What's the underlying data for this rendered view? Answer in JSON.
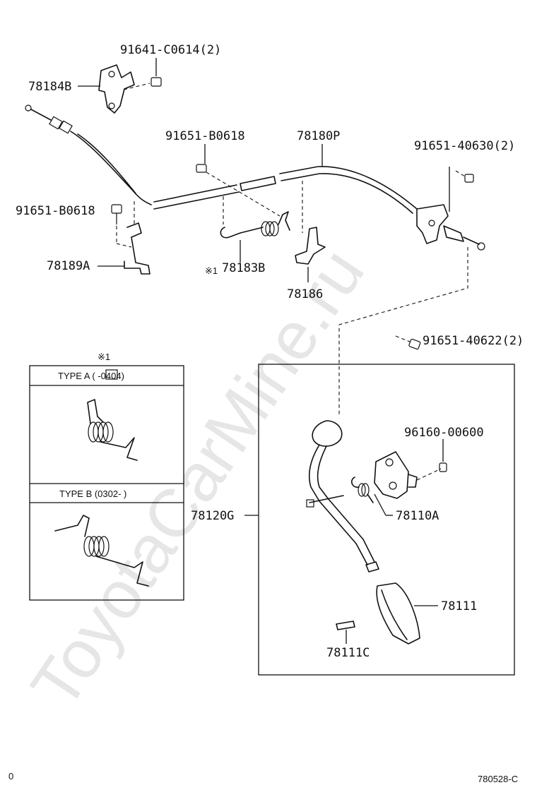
{
  "parts": {
    "bolt_top": "91641-C0614(2)",
    "bracket": "78184B",
    "bolt_mid": "91651-B0618",
    "cable": "78180P",
    "bolt_right": "91651-40630(2)",
    "bolt_left": "91651-B0618",
    "clamp": "78189A",
    "spring": "78183B",
    "clip": "78186",
    "bolt_lower_right": "91651-40622(2)",
    "nut": "96160-00600",
    "pedal_bracket": "78110A",
    "pedal_assy": "78120G",
    "pedal_pad": "78111",
    "pad_insert": "78111C"
  },
  "note_marker": "※1",
  "inset": {
    "marker": "※1",
    "type_a": "TYPE A (     -0404)",
    "type_b": "TYPE B (0302-        )"
  },
  "footer": {
    "left": "0",
    "code": "780528-C"
  },
  "watermark": "ToyotaCarMine.ru"
}
